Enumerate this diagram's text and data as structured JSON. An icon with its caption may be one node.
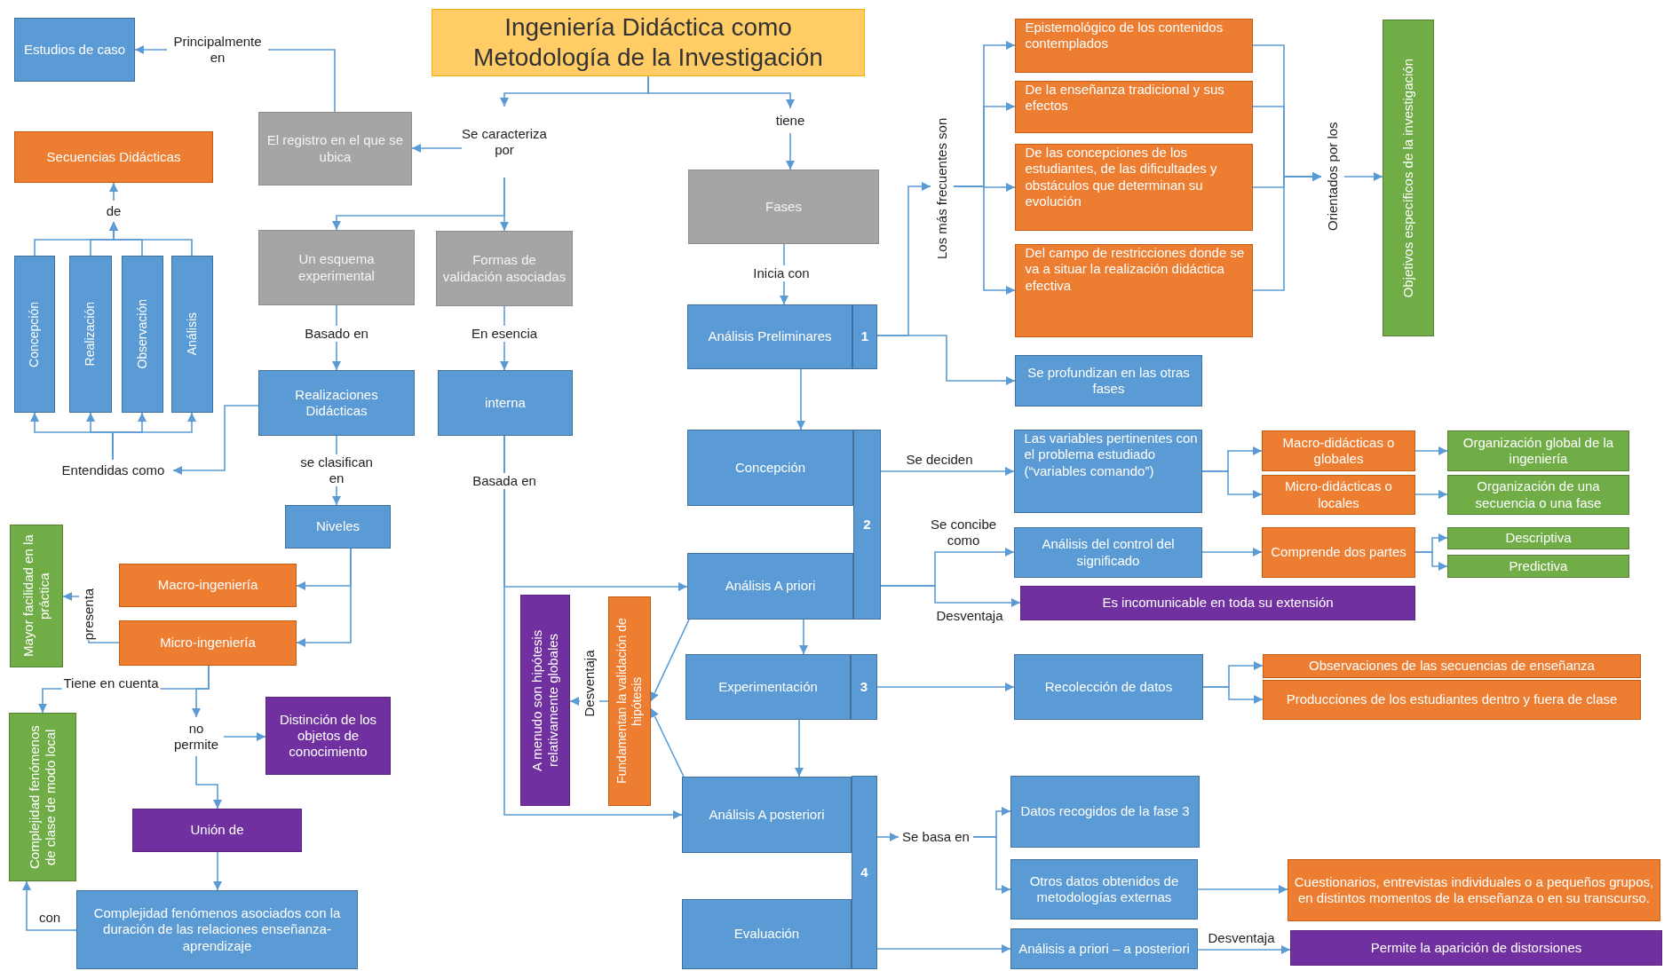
{
  "diagram": {
    "nodes": [
      {
        "text": [
          "Ingeniería Didáctica como Metodología de la Investigación"
        ]
      },
      {
        "text": [
          "Estudios de caso"
        ]
      },
      {
        "text": [
          "Se caracteriza por"
        ]
      },
      {
        "text": [
          "tiene"
        ]
      },
      {
        "text": [
          "El registro en el que se ubica"
        ]
      },
      {
        "text": [
          "Epistemológico de los contenidos contemplados"
        ]
      },
      {
        "text": [
          "De la enseñanza tradicional y sus efectos"
        ]
      },
      {
        "text": [
          "De las concepciones de los estudiantes, de las dificultades y obstáculos que determinan su evolución"
        ]
      },
      {
        "text": [
          "Del campo de restricciones donde se va a situar la realización didáctica efectiva"
        ]
      },
      {
        "text": [
          "Los más frecuentes son"
        ]
      },
      {
        "text": [
          "Orientados por los"
        ]
      },
      {
        "text": [
          "Objetivos específicos de la investigación"
        ]
      },
      {
        "text": [
          "Secuencias Didácticas"
        ]
      },
      {
        "text": [
          "de"
        ]
      },
      {
        "text": [
          "Fases"
        ]
      },
      {
        "text": [
          "Un esquema experimental"
        ]
      },
      {
        "text": [
          "Formas de validación asociadas"
        ]
      },
      {
        "text": [
          "Concepción"
        ]
      },
      {
        "text": [
          "Realización"
        ]
      },
      {
        "text": [
          "Observación"
        ]
      },
      {
        "text": [
          "Análisis"
        ]
      },
      {
        "text": [
          "Análisis Preliminares"
        ]
      },
      {
        "text": [
          "1"
        ]
      },
      {
        "text": [
          "Se profundizan en las otras fases"
        ]
      },
      {
        "text": [
          "Realizaciones Didácticas"
        ]
      },
      {
        "text": [
          "interna"
        ]
      },
      {
        "text": [
          "Entendidas como"
        ]
      },
      {
        "text": [
          "Concepción"
        ]
      },
      {
        "text": [
          "2"
        ]
      },
      {
        "text": [
          "Las variables pertinentes con el problema estudiado (“variables comando”)"
        ]
      },
      {
        "text": [
          "Macro-didácticas o globales"
        ]
      },
      {
        "text": [
          "Organización global de la ingeniería"
        ]
      },
      {
        "text": [
          "Micro-didácticas o locales"
        ]
      },
      {
        "text": [
          "Organización de una secuencia o una fase"
        ]
      },
      {
        "text": [
          "Niveles"
        ]
      },
      {
        "text": [
          "Mayor facilidad en la práctica"
        ]
      },
      {
        "text": [
          "Análisis del control del significado"
        ]
      },
      {
        "text": [
          "Comprende dos partes"
        ]
      },
      {
        "text": [
          "Descriptiva"
        ]
      },
      {
        "text": [
          "Predictiva"
        ]
      },
      {
        "text": [
          "Análisis A priori"
        ]
      },
      {
        "text": [
          "Es incomunicable en toda su extensión"
        ]
      },
      {
        "text": [
          "Macro-ingeniería"
        ]
      },
      {
        "text": [
          "Micro-ingeniería"
        ]
      },
      {
        "text": [
          "A menudo son hipótesis relativamente globales"
        ]
      },
      {
        "text": [
          "Fundamentan la validación de hipótesis"
        ]
      },
      {
        "text": [
          "Experimentación"
        ]
      },
      {
        "text": [
          "3"
        ]
      },
      {
        "text": [
          "Recolección de datos"
        ]
      },
      {
        "text": [
          "Observaciones de las secuencias de enseñanza"
        ]
      },
      {
        "text": [
          "Producciones de los estudiantes dentro y fuera de clase"
        ]
      },
      {
        "text": [
          "Complejidad fenómenos de clase de modo local"
        ]
      },
      {
        "text": [
          "no permite"
        ]
      },
      {
        "text": [
          "Distinción de los objetos de conocimiento"
        ]
      },
      {
        "text": [
          "Análisis A posteriori"
        ]
      },
      {
        "text": [
          "4"
        ]
      },
      {
        "text": [
          "Datos recogidos de la fase 3"
        ]
      },
      {
        "text": [
          "Se basa en"
        ]
      },
      {
        "text": [
          "Unión de"
        ]
      },
      {
        "text": [
          "Otros datos obtenidos de metodologías externas"
        ]
      },
      {
        "text": [
          "Cuestionarios, entrevistas individuales o a pequeños grupos, en distintos momentos de la enseñanza o en su transcurso."
        ]
      },
      {
        "text": [
          "Complejidad fenómenos asociados con la duración de las relaciones enseñanza-aprendizaje"
        ]
      },
      {
        "text": [
          "Evaluación"
        ]
      },
      {
        "text": [
          "Análisis a priori – a posteriori"
        ]
      },
      {
        "text": [
          "Permite la aparición de distorsiones"
        ]
      }
    ],
    "edges": [
      {
        "from": 0,
        "to": 2,
        "arrow": "to"
      },
      {
        "from": 0,
        "to": 3,
        "arrow": "to"
      },
      {
        "from": 2,
        "to": 4,
        "arrow": "to"
      },
      {
        "from": 2,
        "to": 15,
        "arrow": "to"
      },
      {
        "from": 2,
        "to": 16,
        "arrow": "to"
      },
      {
        "from": 4,
        "to": 1,
        "arrow": "to",
        "label": "Principalmente en"
      },
      {
        "from": 3,
        "to": 14,
        "arrow": "to"
      },
      {
        "from": 13,
        "to": 12,
        "arrow": "to"
      },
      {
        "from": 17,
        "to": 13,
        "arrow": "to"
      },
      {
        "from": 18,
        "to": 13,
        "arrow": "to"
      },
      {
        "from": 19,
        "to": 13,
        "arrow": "to"
      },
      {
        "from": 20,
        "to": 13,
        "arrow": "to"
      },
      {
        "from": 24,
        "to": 26,
        "arrow": "to"
      },
      {
        "from": 26,
        "to": 17,
        "arrow": "to"
      },
      {
        "from": 26,
        "to": 18,
        "arrow": "to"
      },
      {
        "from": 26,
        "to": 19,
        "arrow": "to"
      },
      {
        "from": 26,
        "to": 20,
        "arrow": "to"
      },
      {
        "from": 15,
        "to": 24,
        "arrow": "to",
        "label": "Basado en"
      },
      {
        "from": 16,
        "to": 25,
        "arrow": "to",
        "label": "En esencia"
      },
      {
        "from": 14,
        "to": 21,
        "arrow": "to",
        "label": "Inicia con"
      },
      {
        "from": 21,
        "to": 27,
        "arrow": "to"
      },
      {
        "from": 22,
        "to": 9,
        "arrow": "to"
      },
      {
        "from": 9,
        "to": 5,
        "arrow": "to"
      },
      {
        "from": 9,
        "to": 6,
        "arrow": "to"
      },
      {
        "from": 9,
        "to": 7,
        "arrow": "to"
      },
      {
        "from": 9,
        "to": 8,
        "arrow": "to"
      },
      {
        "from": 22,
        "to": 23,
        "arrow": "to"
      },
      {
        "from": 5,
        "to": 10,
        "arrow": "to"
      },
      {
        "from": 6,
        "to": 10,
        "arrow": "to"
      },
      {
        "from": 7,
        "to": 10,
        "arrow": "to"
      },
      {
        "from": 8,
        "to": 10,
        "arrow": "to"
      },
      {
        "from": 10,
        "to": 11,
        "arrow": "to"
      },
      {
        "from": 24,
        "to": 34,
        "arrow": "to",
        "label": "se clasifican en"
      },
      {
        "from": 25,
        "to": 40,
        "arrow": "to",
        "label": "Basada en"
      },
      {
        "from": 25,
        "to": 54,
        "arrow": "to"
      },
      {
        "from": 28,
        "to": 29,
        "arrow": "to",
        "label": "Se deciden"
      },
      {
        "from": 29,
        "to": 30,
        "arrow": "to"
      },
      {
        "from": 29,
        "to": 32,
        "arrow": "to"
      },
      {
        "from": 30,
        "to": 31,
        "arrow": "to"
      },
      {
        "from": 32,
        "to": 33,
        "arrow": "to"
      },
      {
        "from": 28,
        "to": 36,
        "arrow": "to",
        "label": "Se concibe como"
      },
      {
        "from": 28,
        "to": 41,
        "arrow": "to",
        "label": "Desventaja"
      },
      {
        "from": 36,
        "to": 37,
        "arrow": "to"
      },
      {
        "from": 37,
        "to": 38,
        "arrow": "to"
      },
      {
        "from": 37,
        "to": 39,
        "arrow": "to"
      },
      {
        "from": 34,
        "to": 42,
        "arrow": "to"
      },
      {
        "from": 34,
        "to": 43,
        "arrow": "to"
      },
      {
        "from": 43,
        "to": 35,
        "arrow": "to",
        "label": "presenta"
      },
      {
        "from": 43,
        "to": 51,
        "arrow": "to",
        "label": "Tiene en cuenta"
      },
      {
        "from": 43,
        "to": 52,
        "arrow": "to"
      },
      {
        "from": 52,
        "to": 53,
        "arrow": "to"
      },
      {
        "from": 52,
        "to": 58,
        "arrow": "to"
      },
      {
        "from": 58,
        "to": 61,
        "arrow": "to"
      },
      {
        "from": 61,
        "to": 51,
        "arrow": "to",
        "label": "con"
      },
      {
        "from": 40,
        "to": 45,
        "arrow": "to"
      },
      {
        "from": 54,
        "to": 45,
        "arrow": "to"
      },
      {
        "from": 45,
        "to": 44,
        "arrow": "to",
        "label": "Desventaja"
      },
      {
        "from": 40,
        "to": 46,
        "arrow": "to"
      },
      {
        "from": 46,
        "to": 54,
        "arrow": "to"
      },
      {
        "from": 47,
        "to": 48,
        "arrow": "to"
      },
      {
        "from": 48,
        "to": 49,
        "arrow": "to"
      },
      {
        "from": 48,
        "to": 50,
        "arrow": "to"
      },
      {
        "from": 55,
        "to": 57,
        "arrow": "to"
      },
      {
        "from": 57,
        "to": 56,
        "arrow": "to"
      },
      {
        "from": 57,
        "to": 59,
        "arrow": "to"
      },
      {
        "from": 59,
        "to": 60,
        "arrow": "to"
      },
      {
        "from": 55,
        "to": 63,
        "arrow": "to"
      },
      {
        "from": 63,
        "to": 64,
        "arrow": "to",
        "label": "Desventaja"
      }
    ]
  }
}
